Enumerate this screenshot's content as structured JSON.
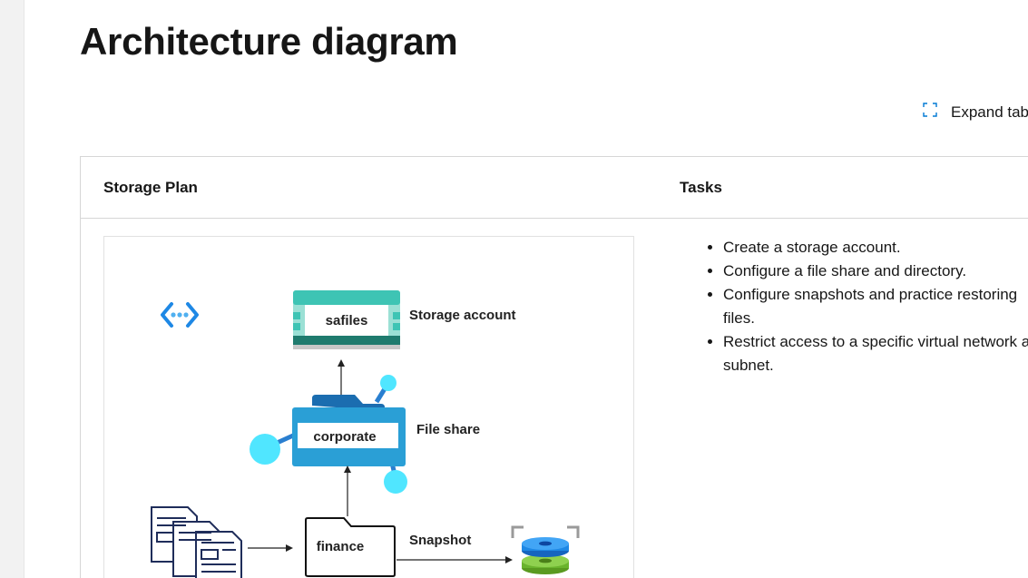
{
  "page": {
    "title": "Architecture diagram",
    "expand_label": "Expand tab"
  },
  "table": {
    "headers": [
      "Storage Plan",
      "Tasks"
    ],
    "tasks": [
      "Create a storage account.",
      "Configure a file share and directory.",
      "Configure snapshots and practice restoring files.",
      "Restrict access to a specific virtual network and subnet."
    ]
  },
  "diagram": {
    "storage_name": "safiles",
    "storage_label": "Storage account",
    "share_name": "corporate",
    "share_label": "File share",
    "directory_name": "finance",
    "snapshot_label": "Snapshot"
  },
  "icons": {
    "expand": "expand-icon",
    "virtual_network": "virtual-network-icon",
    "storage_account": "storage-account-icon",
    "file_share": "file-share-icon",
    "documents": "documents-icon",
    "folder": "folder-icon",
    "snapshot": "snapshot-icon"
  },
  "colors": {
    "accent_blue": "#0078d4",
    "storage_teal": "#3ec4b4",
    "storage_dark": "#1f7b6e",
    "share_blue": "#2a9fd6",
    "share_light": "#50e6ff",
    "snapshot_blue": "#1e88e5",
    "snapshot_green": "#6ab42d"
  }
}
